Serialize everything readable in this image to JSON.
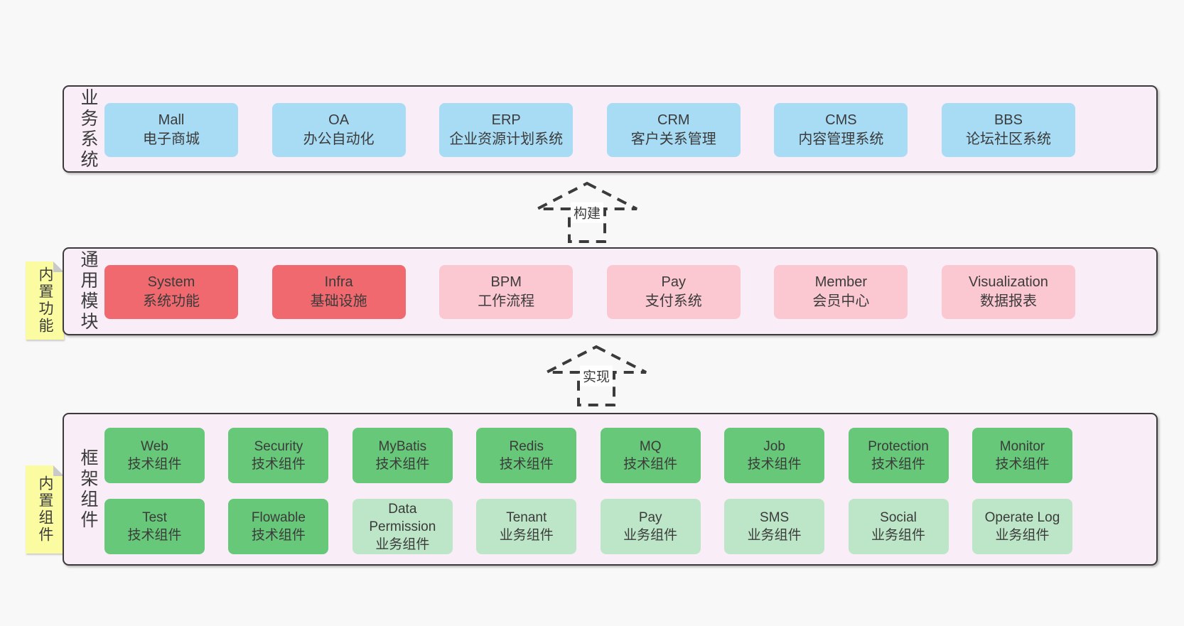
{
  "canvas": {
    "background": "#f8f8f8"
  },
  "colors": {
    "layer_fill": "#f9edf7",
    "layer_border": "#3b3b3b",
    "blue": "#a8dcf5",
    "red": "#f0696e",
    "pink": "#fbc8d2",
    "green": "#66c878",
    "light_green": "#bce6c7",
    "note_yellow": "#fbfba2",
    "note_fold": "#c9c9c9",
    "text": "#3b3b3b"
  },
  "arrows": [
    {
      "label": "构建"
    },
    {
      "label": "实现"
    }
  ],
  "layers": [
    {
      "label": "业务系统",
      "boxes_row1": [
        {
          "title": "Mall",
          "subtitle": "电子商城",
          "variant": "blue"
        },
        {
          "title": "OA",
          "subtitle": "办公自动化",
          "variant": "blue"
        },
        {
          "title": "ERP",
          "subtitle": "企业资源计划系统",
          "variant": "blue"
        },
        {
          "title": "CRM",
          "subtitle": "客户关系管理",
          "variant": "blue"
        },
        {
          "title": "CMS",
          "subtitle": "内容管理系统",
          "variant": "blue"
        },
        {
          "title": "BBS",
          "subtitle": "论坛社区系统",
          "variant": "blue"
        }
      ]
    },
    {
      "label": "通用模块",
      "note": "内置功能",
      "boxes_row1": [
        {
          "title": "System",
          "subtitle": "系统功能",
          "variant": "red"
        },
        {
          "title": "Infra",
          "subtitle": "基础设施",
          "variant": "red"
        },
        {
          "title": "BPM",
          "subtitle": "工作流程",
          "variant": "pink"
        },
        {
          "title": "Pay",
          "subtitle": "支付系统",
          "variant": "pink"
        },
        {
          "title": "Member",
          "subtitle": "会员中心",
          "variant": "pink"
        },
        {
          "title": "Visualization",
          "subtitle": "数据报表",
          "variant": "pink"
        }
      ]
    },
    {
      "label": "框架组件",
      "note": "内置组件",
      "boxes_row1": [
        {
          "title": "Web",
          "subtitle": "技术组件",
          "variant": "green"
        },
        {
          "title": "Security",
          "subtitle": "技术组件",
          "variant": "green"
        },
        {
          "title": "MyBatis",
          "subtitle": "技术组件",
          "variant": "green"
        },
        {
          "title": "Redis",
          "subtitle": "技术组件",
          "variant": "green"
        },
        {
          "title": "MQ",
          "subtitle": "技术组件",
          "variant": "green"
        },
        {
          "title": "Job",
          "subtitle": "技术组件",
          "variant": "green"
        },
        {
          "title": "Protection",
          "subtitle": "技术组件",
          "variant": "green"
        },
        {
          "title": "Monitor",
          "subtitle": "技术组件",
          "variant": "green"
        }
      ],
      "boxes_row2": [
        {
          "title": "Test",
          "subtitle": "技术组件",
          "variant": "green"
        },
        {
          "title": "Flowable",
          "subtitle": "技术组件",
          "variant": "green"
        },
        {
          "title": "Data Permission",
          "subtitle": "业务组件",
          "variant": "lightgreen"
        },
        {
          "title": "Tenant",
          "subtitle": "业务组件",
          "variant": "lightgreen"
        },
        {
          "title": "Pay",
          "subtitle": "业务组件",
          "variant": "lightgreen"
        },
        {
          "title": "SMS",
          "subtitle": "业务组件",
          "variant": "lightgreen"
        },
        {
          "title": "Social",
          "subtitle": "业务组件",
          "variant": "lightgreen"
        },
        {
          "title": "Operate Log",
          "subtitle": "业务组件",
          "variant": "lightgreen"
        }
      ]
    }
  ]
}
